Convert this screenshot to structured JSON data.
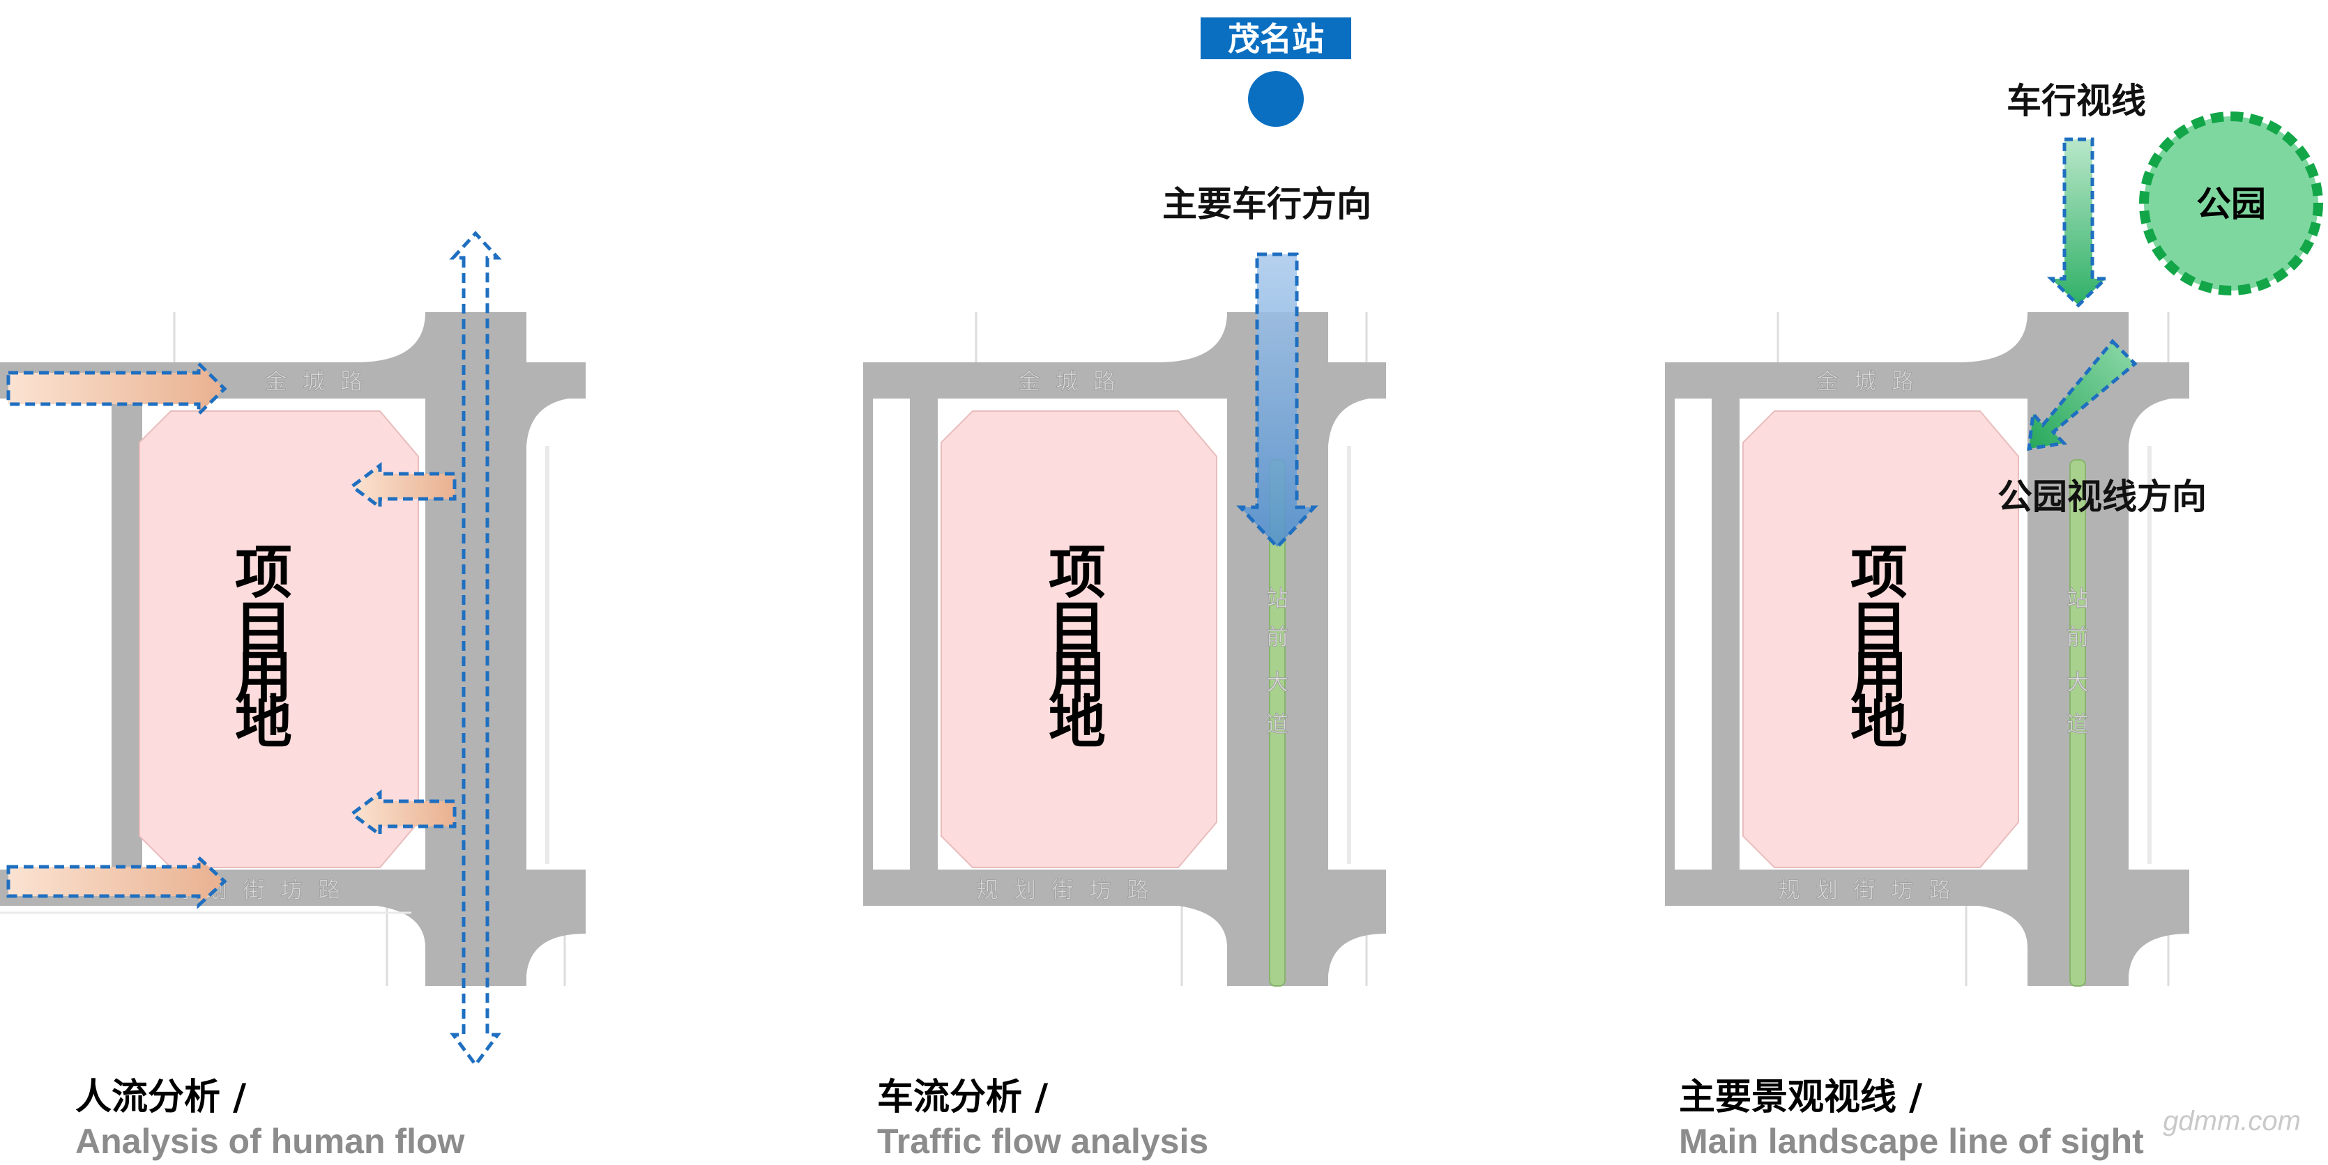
{
  "panels": [
    {
      "caption_cn": "人流分析 /",
      "caption_en": "Analysis of human flow",
      "site_label": [
        "项",
        "目",
        "用",
        "地"
      ],
      "road_top": "金城路",
      "road_bottom": "规划街坊路"
    },
    {
      "caption_cn": "车流分析 /",
      "caption_en": "Traffic flow analysis",
      "site_label": [
        "项",
        "目",
        "用",
        "地"
      ],
      "road_top": "金城路",
      "road_bottom": "规划街坊路",
      "road_side": [
        "站",
        "前",
        "大",
        "道"
      ],
      "station_label": "茂名站",
      "direction_label": "主要车行方向"
    },
    {
      "caption_cn": "主要景观视线 /",
      "caption_en": "Main landscape line of sight",
      "site_label": [
        "项",
        "目",
        "用",
        "地"
      ],
      "road_top": "金城路",
      "road_bottom": "规划街坊路",
      "road_side": [
        "站",
        "前",
        "大",
        "道"
      ],
      "vehicle_sight_label": "车行视线",
      "park_label": "公园",
      "park_sight_label": "公园视线方向"
    }
  ],
  "watermark": "gdmm.com",
  "colors": {
    "road": "#b3b3b3",
    "site": "#fcdcdc",
    "arrow_blue": "#1f6fc0",
    "station_blue": "#0b6fc1",
    "park_green": "#7fd7a0",
    "park_border": "#12a648",
    "median_green": "#a9d18e",
    "arrow_peach": "#f2c9a8"
  }
}
